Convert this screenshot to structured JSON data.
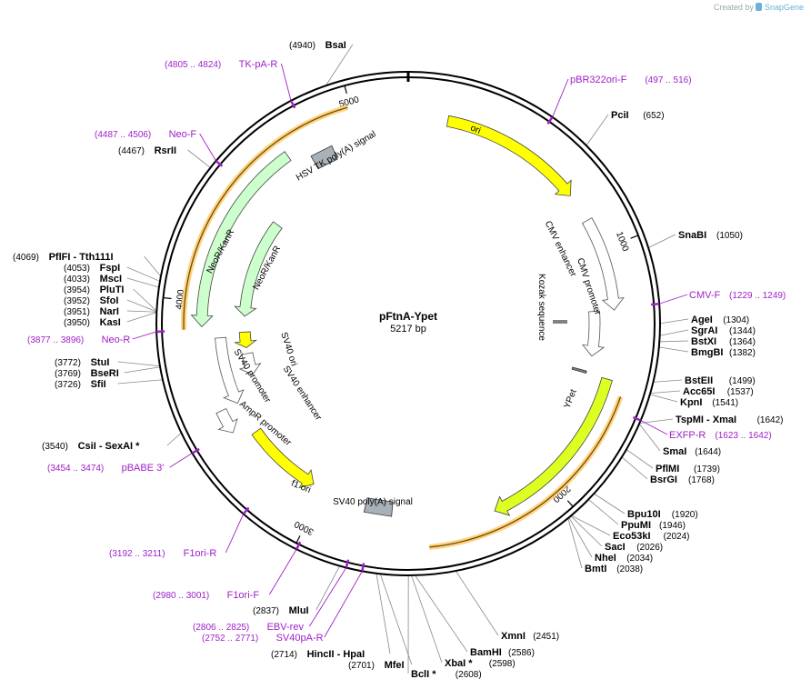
{
  "header": {
    "created_by": "Created by",
    "brand": "SnapGene"
  },
  "plasmid": {
    "name": "pFtnA-Ypet",
    "length": "5217 bp",
    "length_bp": 5217
  },
  "ticks": [
    "1000",
    "2000",
    "3000",
    "4000",
    "5000"
  ],
  "colors": {
    "backbone": "#000000",
    "primer": "#a020c8",
    "ori": "#ffff00",
    "ypet": "#ddff22",
    "neor": "#ccffcc",
    "promoter": "#ffffff",
    "orf": "#ffd280",
    "polyA": "#a8b0b8"
  },
  "features": [
    {
      "label": "ori",
      "start": 160,
      "end": 750,
      "color": "#ffff00",
      "kind": "ori"
    },
    {
      "label": "CMV enhancer",
      "start": 870,
      "end": 1250,
      "color": "#ffffff",
      "kind": "promoter"
    },
    {
      "label": "CMV promoter",
      "start": 1250,
      "end": 1450,
      "color": "#ffffff",
      "kind": "promoter"
    },
    {
      "label": "Kozak sequence",
      "start": 1520,
      "end": 1530,
      "color": "#808080",
      "kind": "box"
    },
    {
      "label": "YPet",
      "start": 1530,
      "end": 2250,
      "color": "#ddff22",
      "kind": "cds"
    },
    {
      "label": "SV40 poly(A) signal",
      "start": 2680,
      "end": 2800,
      "color": "#a8b0b8",
      "kind": "box"
    },
    {
      "label": "f1 ori",
      "start": 3050,
      "end": 3400,
      "color": "#ffff00",
      "kind": "ori"
    },
    {
      "label": "AmpR promoter",
      "start": 3450,
      "end": 3550,
      "color": "#ffffff",
      "kind": "promoter"
    },
    {
      "label": "SV40 promoter",
      "start": 3550,
      "end": 3850,
      "color": "#ffffff",
      "kind": "promoter"
    },
    {
      "label": "SV40 enhancer",
      "start": 3650,
      "end": 3760,
      "color": "#ffffff",
      "kind": "promoter"
    },
    {
      "label": "SV40 ori",
      "start": 3790,
      "end": 3870,
      "color": "#ffff00",
      "kind": "ori"
    },
    {
      "label": "NeoR/KanR",
      "start": 3900,
      "end": 4700,
      "color": "#ccffcc",
      "kind": "cds"
    },
    {
      "label": "NeoR/KanR",
      "start": 3950,
      "end": 4450,
      "color": "#ccffcc",
      "kind": "cds"
    },
    {
      "label": "HSV TK poly(A) signal",
      "start": 4780,
      "end": 4880,
      "color": "#a8b0b8",
      "kind": "box"
    }
  ],
  "orfs": [
    {
      "start": 1580,
      "end": 2530
    },
    {
      "start": 3890,
      "end": 4990
    }
  ],
  "sites": [
    {
      "name": "BsaI",
      "pos": "(4940)"
    },
    {
      "name": "PciI",
      "pos": "(652)"
    },
    {
      "name": "SnaBI",
      "pos": "(1050)"
    },
    {
      "name": "AgeI",
      "pos": "(1304)"
    },
    {
      "name": "SgrAI",
      "pos": "(1344)"
    },
    {
      "name": "BstXI",
      "pos": "(1364)"
    },
    {
      "name": "BmgBI",
      "pos": "(1382)"
    },
    {
      "name": "BstEII",
      "pos": "(1499)"
    },
    {
      "name": "Acc65I",
      "pos": "(1537)"
    },
    {
      "name": "KpnI",
      "pos": "(1541)"
    },
    {
      "name": "TspMI - XmaI",
      "pos": "(1642)"
    },
    {
      "name": "SmaI",
      "pos": "(1644)"
    },
    {
      "name": "PflMI",
      "pos": "(1739)"
    },
    {
      "name": "BsrGI",
      "pos": "(1768)"
    },
    {
      "name": "Bpu10I",
      "pos": "(1920)"
    },
    {
      "name": "PpuMI",
      "pos": "(1946)"
    },
    {
      "name": "Eco53kI",
      "pos": "(2024)"
    },
    {
      "name": "SacI",
      "pos": "(2026)"
    },
    {
      "name": "NheI",
      "pos": "(2034)"
    },
    {
      "name": "BmtI",
      "pos": "(2038)"
    },
    {
      "name": "XmnI",
      "pos": "(2451)"
    },
    {
      "name": "BamHI",
      "pos": "(2586)"
    },
    {
      "name": "XbaI *",
      "pos": "(2598)"
    },
    {
      "name": "BclI *",
      "pos": "(2608)"
    },
    {
      "name": "MfeI",
      "pos": "(2701)"
    },
    {
      "name": "HincII - HpaI",
      "pos": "(2714)"
    },
    {
      "name": "MluI",
      "pos": "(2837)"
    },
    {
      "name": "CsiI - SexAI *",
      "pos": "(3540)"
    },
    {
      "name": "SfiI",
      "pos": "(3726)"
    },
    {
      "name": "BseRI",
      "pos": "(3769)"
    },
    {
      "name": "StuI",
      "pos": "(3772)"
    },
    {
      "name": "KasI",
      "pos": "(3950)"
    },
    {
      "name": "NarI",
      "pos": "(3951)"
    },
    {
      "name": "SfoI",
      "pos": "(3952)"
    },
    {
      "name": "PluTI",
      "pos": "(3954)"
    },
    {
      "name": "MscI",
      "pos": "(4033)"
    },
    {
      "name": "FspI",
      "pos": "(4053)"
    },
    {
      "name": "PflFI - Tth111I",
      "pos": "(4069)"
    },
    {
      "name": "RsrII",
      "pos": "(4467)"
    }
  ],
  "primers": [
    {
      "name": "TK-pA-R",
      "range": "(4805 .. 4824)"
    },
    {
      "name": "pBR322ori-F",
      "range": "(497 .. 516)"
    },
    {
      "name": "Neo-F",
      "range": "(4487 .. 4506)"
    },
    {
      "name": "CMV-F",
      "range": "(1229 .. 1249)"
    },
    {
      "name": "Neo-R",
      "range": "(3877 .. 3896)"
    },
    {
      "name": "EXFP-R",
      "range": "(1623 .. 1642)"
    },
    {
      "name": "pBABE 3'",
      "range": "(3454 .. 3474)"
    },
    {
      "name": "F1ori-R",
      "range": "(3192 .. 3211)"
    },
    {
      "name": "F1ori-F",
      "range": "(2980 .. 3001)"
    },
    {
      "name": "EBV-rev",
      "range": "(2806 .. 2825)"
    },
    {
      "name": "SV40pA-R",
      "range": "(2752 .. 2771)"
    }
  ]
}
